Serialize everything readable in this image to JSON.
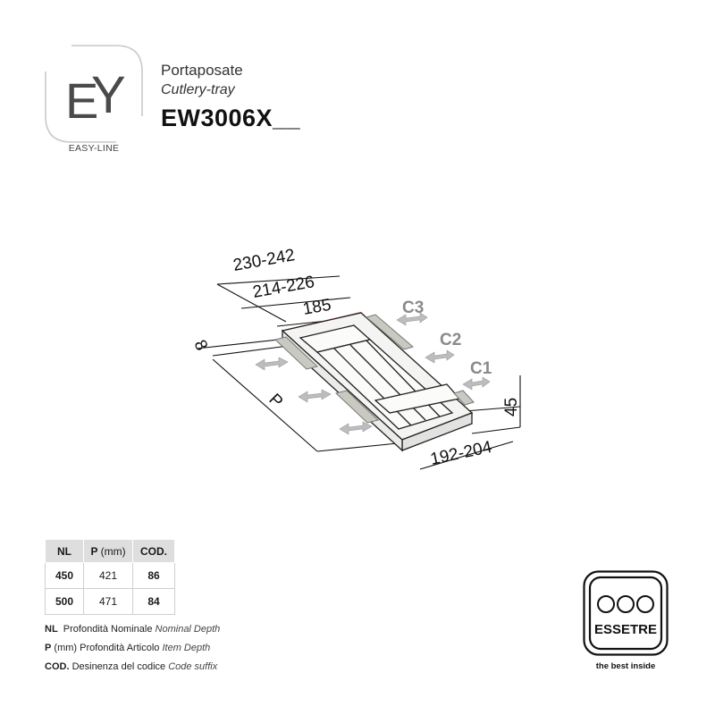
{
  "brand": {
    "logo_letters": "EY",
    "line_name": "EASY-LINE"
  },
  "product": {
    "name_it": "Portaposate",
    "name_en": "Cutlery-tray",
    "code": "EW3006X__"
  },
  "drawing": {
    "dimensions": {
      "outer_width": "230-242",
      "inner_width": "214-226",
      "insert_width": "185",
      "side": "8",
      "depth": "P",
      "height": "45",
      "base_width": "192-204"
    },
    "clearances": [
      "C3",
      "C2",
      "C1"
    ]
  },
  "spec_table": {
    "headers": {
      "nl": "NL",
      "p": "P",
      "p_unit": "(mm)",
      "cod": "COD."
    },
    "rows": [
      {
        "nl": "450",
        "p": "421",
        "cod": "86"
      },
      {
        "nl": "500",
        "p": "471",
        "cod": "84"
      }
    ]
  },
  "legend": [
    {
      "key": "NL",
      "key_unit": "",
      "it": "Profondità Nominale",
      "en": "Nominal Depth"
    },
    {
      "key": "P",
      "key_unit": "(mm)",
      "it": "Profondità Articolo",
      "en": "Item Depth"
    },
    {
      "key": "COD.",
      "key_unit": "",
      "it": "Desinenza del codice",
      "en": "Code suffix"
    }
  ],
  "manufacturer": {
    "name": "ESSETRE",
    "tagline": "the best inside"
  },
  "colors": {
    "accent_red": "#d9333f",
    "arrow_grey": "#b5b5b5",
    "table_header": "#dedede"
  }
}
